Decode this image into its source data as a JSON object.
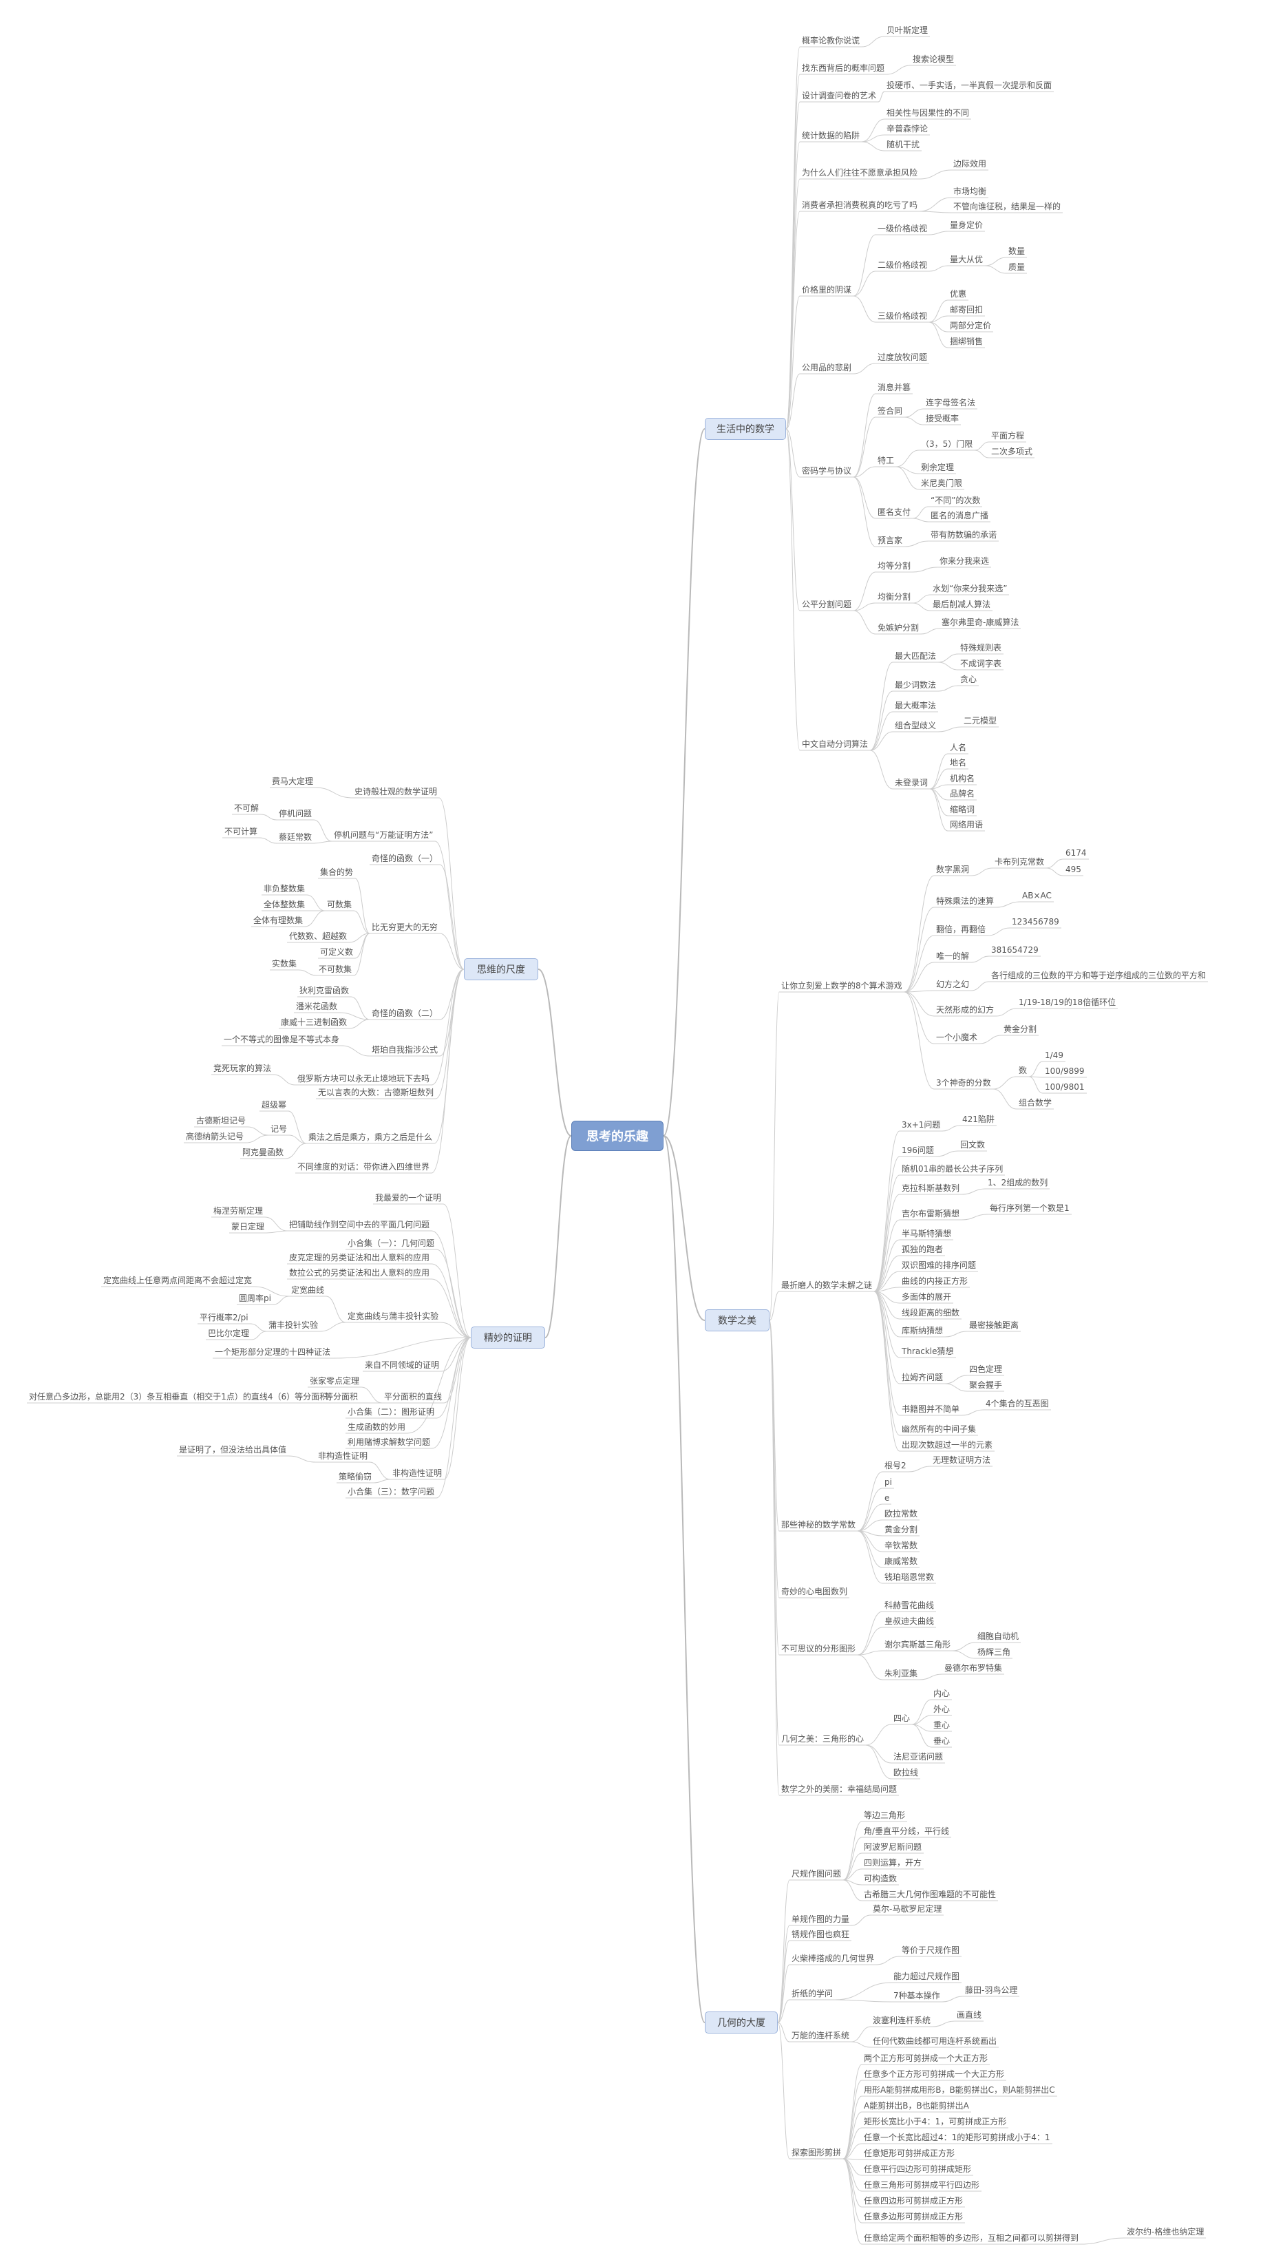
{
  "root": "思考的乐趣",
  "branches": {
    "life": "生活中的数学",
    "beauty": "数学之美",
    "geometry": "几何的大厦",
    "thinking": "思维的尺度",
    "proof": "精妙的证明"
  },
  "life": {
    "lottery": "概率论教你说谎",
    "lottery_c": "贝叶斯定理",
    "shoes": "找东西背后的概率问题",
    "shoes_c": "搜索论模型",
    "survey": "设计调查问卷的艺术",
    "survey_c": "投硬币、一手实话，一半真假一次提示和反面",
    "trap": "统计数据的陷阱",
    "trap_c1": "相关性与因果性的不同",
    "trap_c2": "辛普森悖论",
    "trap_c3": "随机干扰",
    "risk": "为什么人们往往不愿意承担风险",
    "risk_c": "边际效用",
    "tax": "消费者承担消费税真的吃亏了吗",
    "tax_c1": "市场均衡",
    "tax_c2": "不管向谁征税，结果是一样的",
    "price": "价格里的阴谋",
    "price_p1": "一级价格歧视",
    "price_p1c": "量身定价",
    "price_p2": "二级价格歧视",
    "price_p2c": "量大从优",
    "price_p2cc1": "数量",
    "price_p2cc2": "质量",
    "price_p3": "三级价格歧视",
    "price_p3c1": "优惠",
    "price_p3c2": "邮寄回扣",
    "price_p3c3": "两部分定价",
    "price_p3c4": "捆绑销售",
    "commons": "公用品的悲剧",
    "commons_c": "过度放牧问题",
    "crypto": "密码学与协议",
    "crypto_a": "消息并篡",
    "crypto_b": "签合同",
    "crypto_b1": "连字母签名法",
    "crypto_b2": "接受概率",
    "crypto_c": "特工",
    "crypto_c1": "（3，5）门限",
    "crypto_c1a": "平面方程",
    "crypto_c1b": "二次多项式",
    "crypto_c2": "剩余定理",
    "crypto_c3": "米尼奥门限",
    "crypto_d": "匿名支付",
    "crypto_d1": "“不同”的次数",
    "crypto_d2": "匿名的消息广播",
    "crypto_e": "预言家",
    "crypto_e1": "带有防数骗的承诺",
    "fair": "公平分割问题",
    "fair_a": "均等分割",
    "fair_a1": "你来分我来选",
    "fair_b": "均衡分割",
    "fair_b1": "水划“你来分我来选”",
    "fair_b2": "最后削减人算法",
    "fair_c": "免嫉妒分割",
    "fair_c1": "塞尔弗里奇-康威算法",
    "cws": "中文自动分词算法",
    "cws_a": "最大匹配法",
    "cws_a1": "特殊规则表",
    "cws_a2": "不成词字表",
    "cws_b": "最少词数法",
    "cws_b1": "贪心",
    "cws_c": "最大概率法",
    "cws_d": "组合型歧义",
    "cws_d1": "二元模型",
    "cws_e": "未登录词",
    "cws_e1": "人名",
    "cws_e2": "地名",
    "cws_e3": "机构名",
    "cws_e4": "品牌名",
    "cws_e5": "缩略词",
    "cws_e6": "网络用语"
  },
  "beauty": {
    "games": "让你立刻爱上数学的8个算术游戏",
    "g1": "数字黑洞",
    "g1a": "卡布列克常数",
    "g1a1": "6174",
    "g1a2": "495",
    "g2": "特殊乘法的速算",
    "g2a": "AB×AC",
    "g3": "翻倍，再翻倍",
    "g3a": "123456789",
    "g4": "唯一的解",
    "g4a": "381654729",
    "g5": "幻方之幻",
    "g5a": "各行组成的三位数的平方和等于逆序组成的三位数的平方和",
    "g6": "天然形成的幻方",
    "g6a": "1/19-18/19的18倍循环位",
    "g7": "一个小魔术",
    "g7a": "黄金分割",
    "g8": "3个神奇的分数",
    "g8a": "数",
    "g8a1": "1/49",
    "g8a2": "100/9899",
    "g8a3": "100/9801",
    "g8b": "组合数学",
    "puzzles": "最折磨人的数学未解之谜",
    "p1": "3x+1问题",
    "p1a": "421陷阱",
    "p2": "196问题",
    "p2a": "回文数",
    "p3": "随机01串的最长公共子序列",
    "p4": "克拉科斯基数列",
    "p4a": "1、2组成的数列",
    "p5": "吉尔布雷斯猜想",
    "p5a": "每行序列第一个数是1",
    "p6": "半马斯特猜想",
    "p7": "孤独的跑者",
    "p8": "双识图难的排序问题",
    "p9": "曲线的内接正方形",
    "p10": "多面体的展开",
    "p11": "线段距离的细数",
    "p12": "库斯纳猜想",
    "p12a": "最密接触距离",
    "p13": "Thrackle猜想",
    "p14": "拉姆齐问题",
    "p14a": "四色定理",
    "p14b": "聚会握手",
    "p15": "书籍图并不简单",
    "p15a": "4个集合的互恶图",
    "p16": "幽然所有的中间子集",
    "p17": "出现次数超过一半的元素",
    "constants": "那些神秘的数学常数",
    "c1": "根号2",
    "c1a": "无理数证明方法",
    "c2": "pi",
    "c3": "e",
    "c4": "欧拉常数",
    "c5": "黄金分割",
    "c6": "辛钦常数",
    "c7": "康威常数",
    "c8": "钱珀瑙恩常数",
    "heart": "奇妙的心电图数列",
    "fractals": "不可思议的分形图形",
    "f1": "科赫雪花曲线",
    "f2": "皇叔迪夫曲线",
    "f3": "谢尔宾斯基三角形",
    "f3a": "细胞自动机",
    "f3b": "杨辉三角",
    "f4": "朱利亚集",
    "f4a": "曼德尔布罗特集",
    "triangle": "几何之美：三角形的心",
    "t1": "四心",
    "t1a": "内心",
    "t1b": "外心",
    "t1c": "重心",
    "t1d": "垂心",
    "t2": "法尼亚诺问题",
    "t3": "欧拉线",
    "outside": "数学之外的美丽：幸福结局问题"
  },
  "geometry": {
    "ruler": "尺规作图问题",
    "r1": "等边三角形",
    "r2": "角/垂直平分线，平行线",
    "r3": "阿波罗尼斯问题",
    "r4": "四则运算，开方",
    "r5": "可构造数",
    "r6": "古希腊三大几何作图难题的不可能性",
    "single": "单规作图的力量",
    "single_a": "莫尔-马歇罗尼定理",
    "rusty": "锈规作图也疯狂",
    "match": "火柴棒搭成的几何世界",
    "match_a": "等价于尺规作图",
    "fold": "折纸的学问",
    "fold_a": "能力超过尺规作图",
    "fold_b": "7种基本操作",
    "fold_b1": "藤田-羽鸟公理",
    "linkage": "万能的连杆系统",
    "lk1": "波塞利连杆系统",
    "lk1a": "画直线",
    "lk2": "任何代数曲线都可用连杆系统画出",
    "dissect": "探索图形剪拼",
    "d1": "两个正方形可剪拼成一个大正方形",
    "d2": "任意多个正方形可剪拼成一个大正方形",
    "d3": "用形A能剪拼成用形B，B能剪拼出C，则A能剪拼出C",
    "d4": "A能剪拼出B，B也能剪拼出A",
    "d5": "矩形长宽比小于4：1，可剪拼成正方形",
    "d6": "任意一个长宽比超过4：1的矩形可剪拼成小于4：1",
    "d7": "任意矩形可剪拼成正方形",
    "d8": "任意平行四边形可剪拼成矩形",
    "d9": "任意三角形可剪拼成平行四边形",
    "d10": "任意四边形可剪拼成正方形",
    "d11": "任意多边形可剪拼成正方形",
    "d12": "任意给定两个面积相等的多边形，互相之间都可以剪拼得到",
    "d12a": "波尔约-格维也纳定理"
  },
  "thinking": {
    "a": "史诗般壮观的数学证明",
    "a1": "费马大定理",
    "b": "停机问题与“万能证明方法”",
    "b1": "停机问题",
    "b1a": "不可解",
    "b2": "蔡廷常数",
    "b2a": "不可计算",
    "c": "奇怪的函数（一）",
    "d": "比无穷更大的无穷",
    "d1": "集合的势",
    "d2": "可数集",
    "d2a": "非负整数集",
    "d2b": "全体整数集",
    "d2c": "全体有理数集",
    "d3": "代数数、超越数",
    "d4": "可定义数",
    "d5": "不可数集",
    "d5a": "实数集",
    "e": "奇怪的函数（二）",
    "e1": "狄利克雷函数",
    "e2": "潘米花函数",
    "e3": "康威十三进制函数",
    "f": "塔珀自我指涉公式",
    "f1": "一个不等式的图像是不等式本身",
    "g": "俄罗斯方块可以永无止境地玩下去吗",
    "g1": "无以言表的大数：古德斯坦数列",
    "g1a": "竞死玩家的算法",
    "h": "乘法之后是乘方，乘方之后是什么",
    "h1": "超级幂",
    "h2": "记号",
    "h2a": "古德斯坦记号",
    "h2b": "高德纳箭头记号",
    "h3": "阿克曼函数",
    "i": "不同维度的对话：带你进入四维世界"
  },
  "proof": {
    "a": "我最爱的一个证明",
    "b": "把铺助线作到空间中去的平面几何问题",
    "b1": "梅涅劳斯定理",
    "b2": "蒙日定理",
    "c": "小合集（一）：几何问题",
    "d": "皮克定理的另类证法和出人意料的应用",
    "e": "数拉公式的另类证法和出人意料的应用",
    "f": "定宽曲线与蒲丰投针实验",
    "f1": "定宽曲线",
    "f1a": "定宽曲线上任意两点间距离不会超过定宽",
    "f1b": "圆周率pi",
    "f2": "蒲丰投针实验",
    "f2a": "平行概率2/pi",
    "f2b": "巴比尔定理",
    "g": "来自不同领域的证明",
    "g1": "一个矩形部分定理的十四种证法",
    "h": "平分面积的直线",
    "h1": "张家零点定理",
    "h2": "等分面积",
    "h2a": "对任意凸多边形，总能用2（3）条互相垂直（相交于1点）的直线4（6）等分面积",
    "i": "小合集（二）：图形证明",
    "j": "生成函数的妙用",
    "k": "利用赌博求解数学问题",
    "l": "非构造性证明",
    "l1": "非构造性证明",
    "l1a": "是证明了，但没法给出具体值",
    "l2": "策略偷窃",
    "m": "小合集（三）：数字问题"
  }
}
